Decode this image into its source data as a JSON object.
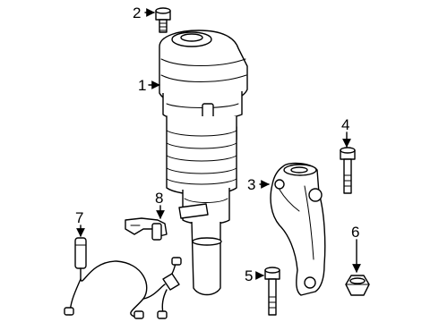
{
  "diagram": {
    "callouts": [
      {
        "id": "1",
        "label": "1"
      },
      {
        "id": "2",
        "label": "2"
      },
      {
        "id": "3",
        "label": "3"
      },
      {
        "id": "4",
        "label": "4"
      },
      {
        "id": "5",
        "label": "5"
      },
      {
        "id": "6",
        "label": "6"
      },
      {
        "id": "7",
        "label": "7"
      },
      {
        "id": "8",
        "label": "8"
      }
    ],
    "parts": [
      {
        "callout": "1",
        "icon": "air-strut-icon"
      },
      {
        "callout": "2",
        "icon": "bolt-icon"
      },
      {
        "callout": "3",
        "icon": "knuckle-bracket-icon"
      },
      {
        "callout": "4",
        "icon": "bolt-icon"
      },
      {
        "callout": "5",
        "icon": "bolt-icon"
      },
      {
        "callout": "6",
        "icon": "nut-icon"
      },
      {
        "callout": "7",
        "icon": "sensor-wire-icon"
      },
      {
        "callout": "8",
        "icon": "bracket-icon"
      }
    ]
  }
}
